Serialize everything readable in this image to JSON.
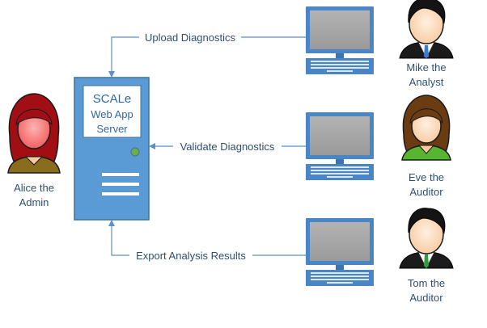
{
  "server": {
    "line1": "SCALe",
    "line2": "Web App",
    "line3": "Server"
  },
  "flows": {
    "upload": "Upload Diagnostics",
    "validate": "Validate Diagnostics",
    "export": "Export Analysis Results"
  },
  "people": {
    "alice": {
      "line1": "Alice the",
      "line2": "Admin"
    },
    "mike": {
      "line1": "Mike the",
      "line2": "Analyst"
    },
    "eve": {
      "line1": "Eve the",
      "line2": "Auditor"
    },
    "tom": {
      "line1": "Tom the",
      "line2": "Auditor"
    }
  },
  "colors": {
    "server_blue": "#5b9bd5",
    "server_dark": "#41719c",
    "arrow": "#5b8fc7",
    "screen_gray": "#a6a6a6",
    "monitor_blue": "#4a86c5",
    "led_green": "#70ad47"
  }
}
